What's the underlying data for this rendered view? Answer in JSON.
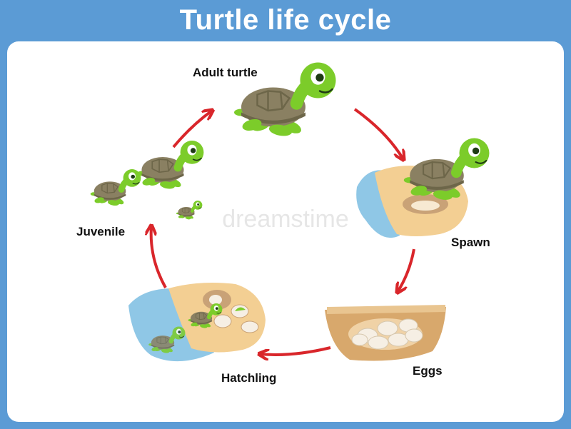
{
  "title": "Turtle life cycle",
  "stages": {
    "adult": "Adult turtle",
    "spawn": "Spawn",
    "eggs": "Eggs",
    "hatchling": "Hatchling",
    "juvenile": "Juvenile"
  },
  "watermark": "dreamstime",
  "colors": {
    "frame": "#5b9bd5",
    "arrow": "#d9262b",
    "turtle_skin": "#7ccc2a",
    "turtle_shell": "#8a8062",
    "water": "#8fc7e6",
    "sand": "#f3cf93"
  }
}
